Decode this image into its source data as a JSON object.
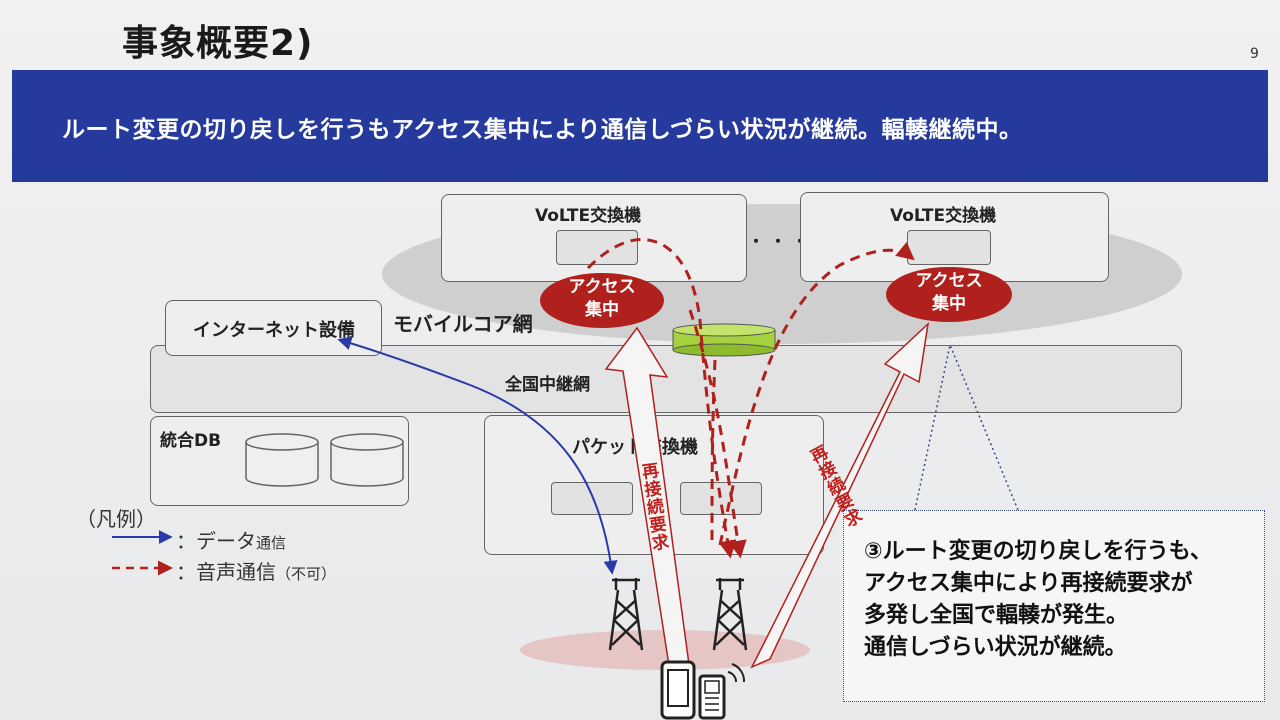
{
  "header": {
    "title": "事象概要2)",
    "page_number": "9"
  },
  "banner": {
    "text": "ルート変更の切り戻しを行うもアクセス集中により通信しづらい状況が継続。輻輳継続中。"
  },
  "diagram": {
    "volte_left": "VoLTE交換機",
    "volte_right": "VoLTE交換機",
    "ellipsis": "・・・",
    "access_left": [
      "アクセス",
      "集中"
    ],
    "access_right": [
      "アクセス",
      "集中"
    ],
    "mobile_core": "モバイルコア網",
    "internet": "インターネット設備",
    "relay": "全国中継網",
    "integrated_db": "統合DB",
    "packet_switch": "パケット交換機",
    "reconnect_left": "再接続要求",
    "reconnect_right": "再接続要求"
  },
  "legend": {
    "title": "（凡例）",
    "data_main": "：データ",
    "data_sub": "通信",
    "voice_main": "：音声通信",
    "voice_sub": "（不可）"
  },
  "callout": {
    "lines": [
      "③ルート変更の切り戻しを行うも、",
      "アクセス集中により再接続要求が",
      "多発し全国で輻輳が発生。",
      "通信しづらい状況が継続。"
    ]
  },
  "colors": {
    "banner": "#253a9c",
    "access": "#b0201c",
    "data_line": "#2a3aa8",
    "voice_line": "#b0201c",
    "filter": "#a6d13f"
  }
}
